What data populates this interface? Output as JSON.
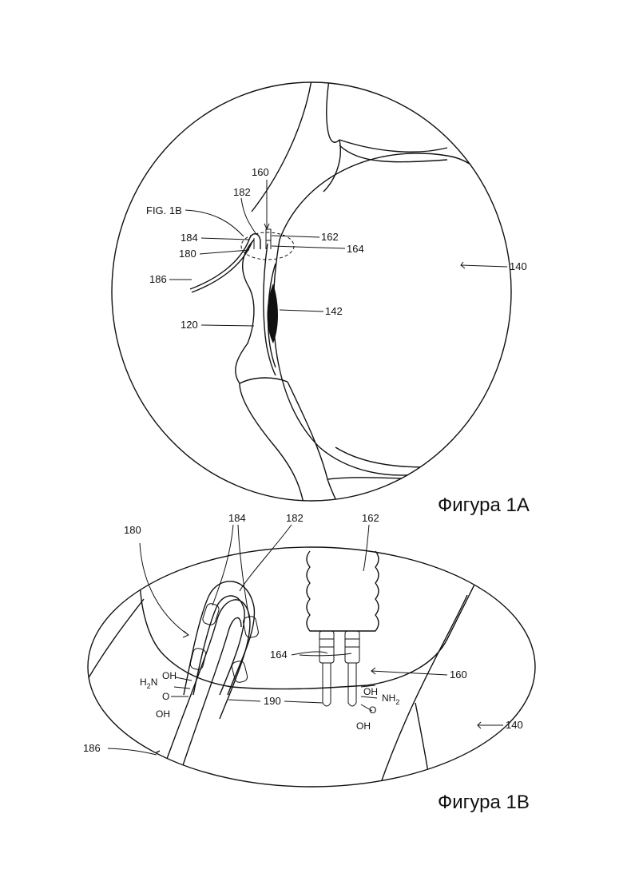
{
  "fig1a": {
    "caption": "Фигура 1А",
    "labels": {
      "fig_ref": "FIG. 1B",
      "l160": "160",
      "l182": "182",
      "l184": "184",
      "l162": "162",
      "l180": "180",
      "l164": "164",
      "l186": "186",
      "l140": "140",
      "l142": "142",
      "l120": "120"
    }
  },
  "fig1b": {
    "caption": "Фигура 1В",
    "labels": {
      "l180": "180",
      "l184": "184",
      "l182": "182",
      "l162": "162",
      "l164": "164",
      "l160": "160",
      "l190": "190",
      "l140": "140",
      "l186": "186",
      "oh_left_top": "OH",
      "h2n_h": "H",
      "h2n_sub": "2",
      "h2n_n": "N",
      "o_left": "O",
      "oh_left_bot": "OH",
      "oh_right_top": "OH",
      "nh2_n": "NH",
      "nh2_sub": "2",
      "o_right": "O",
      "oh_right_bot": "OH"
    }
  },
  "colors": {
    "ink": "#111111",
    "background": "#ffffff"
  }
}
